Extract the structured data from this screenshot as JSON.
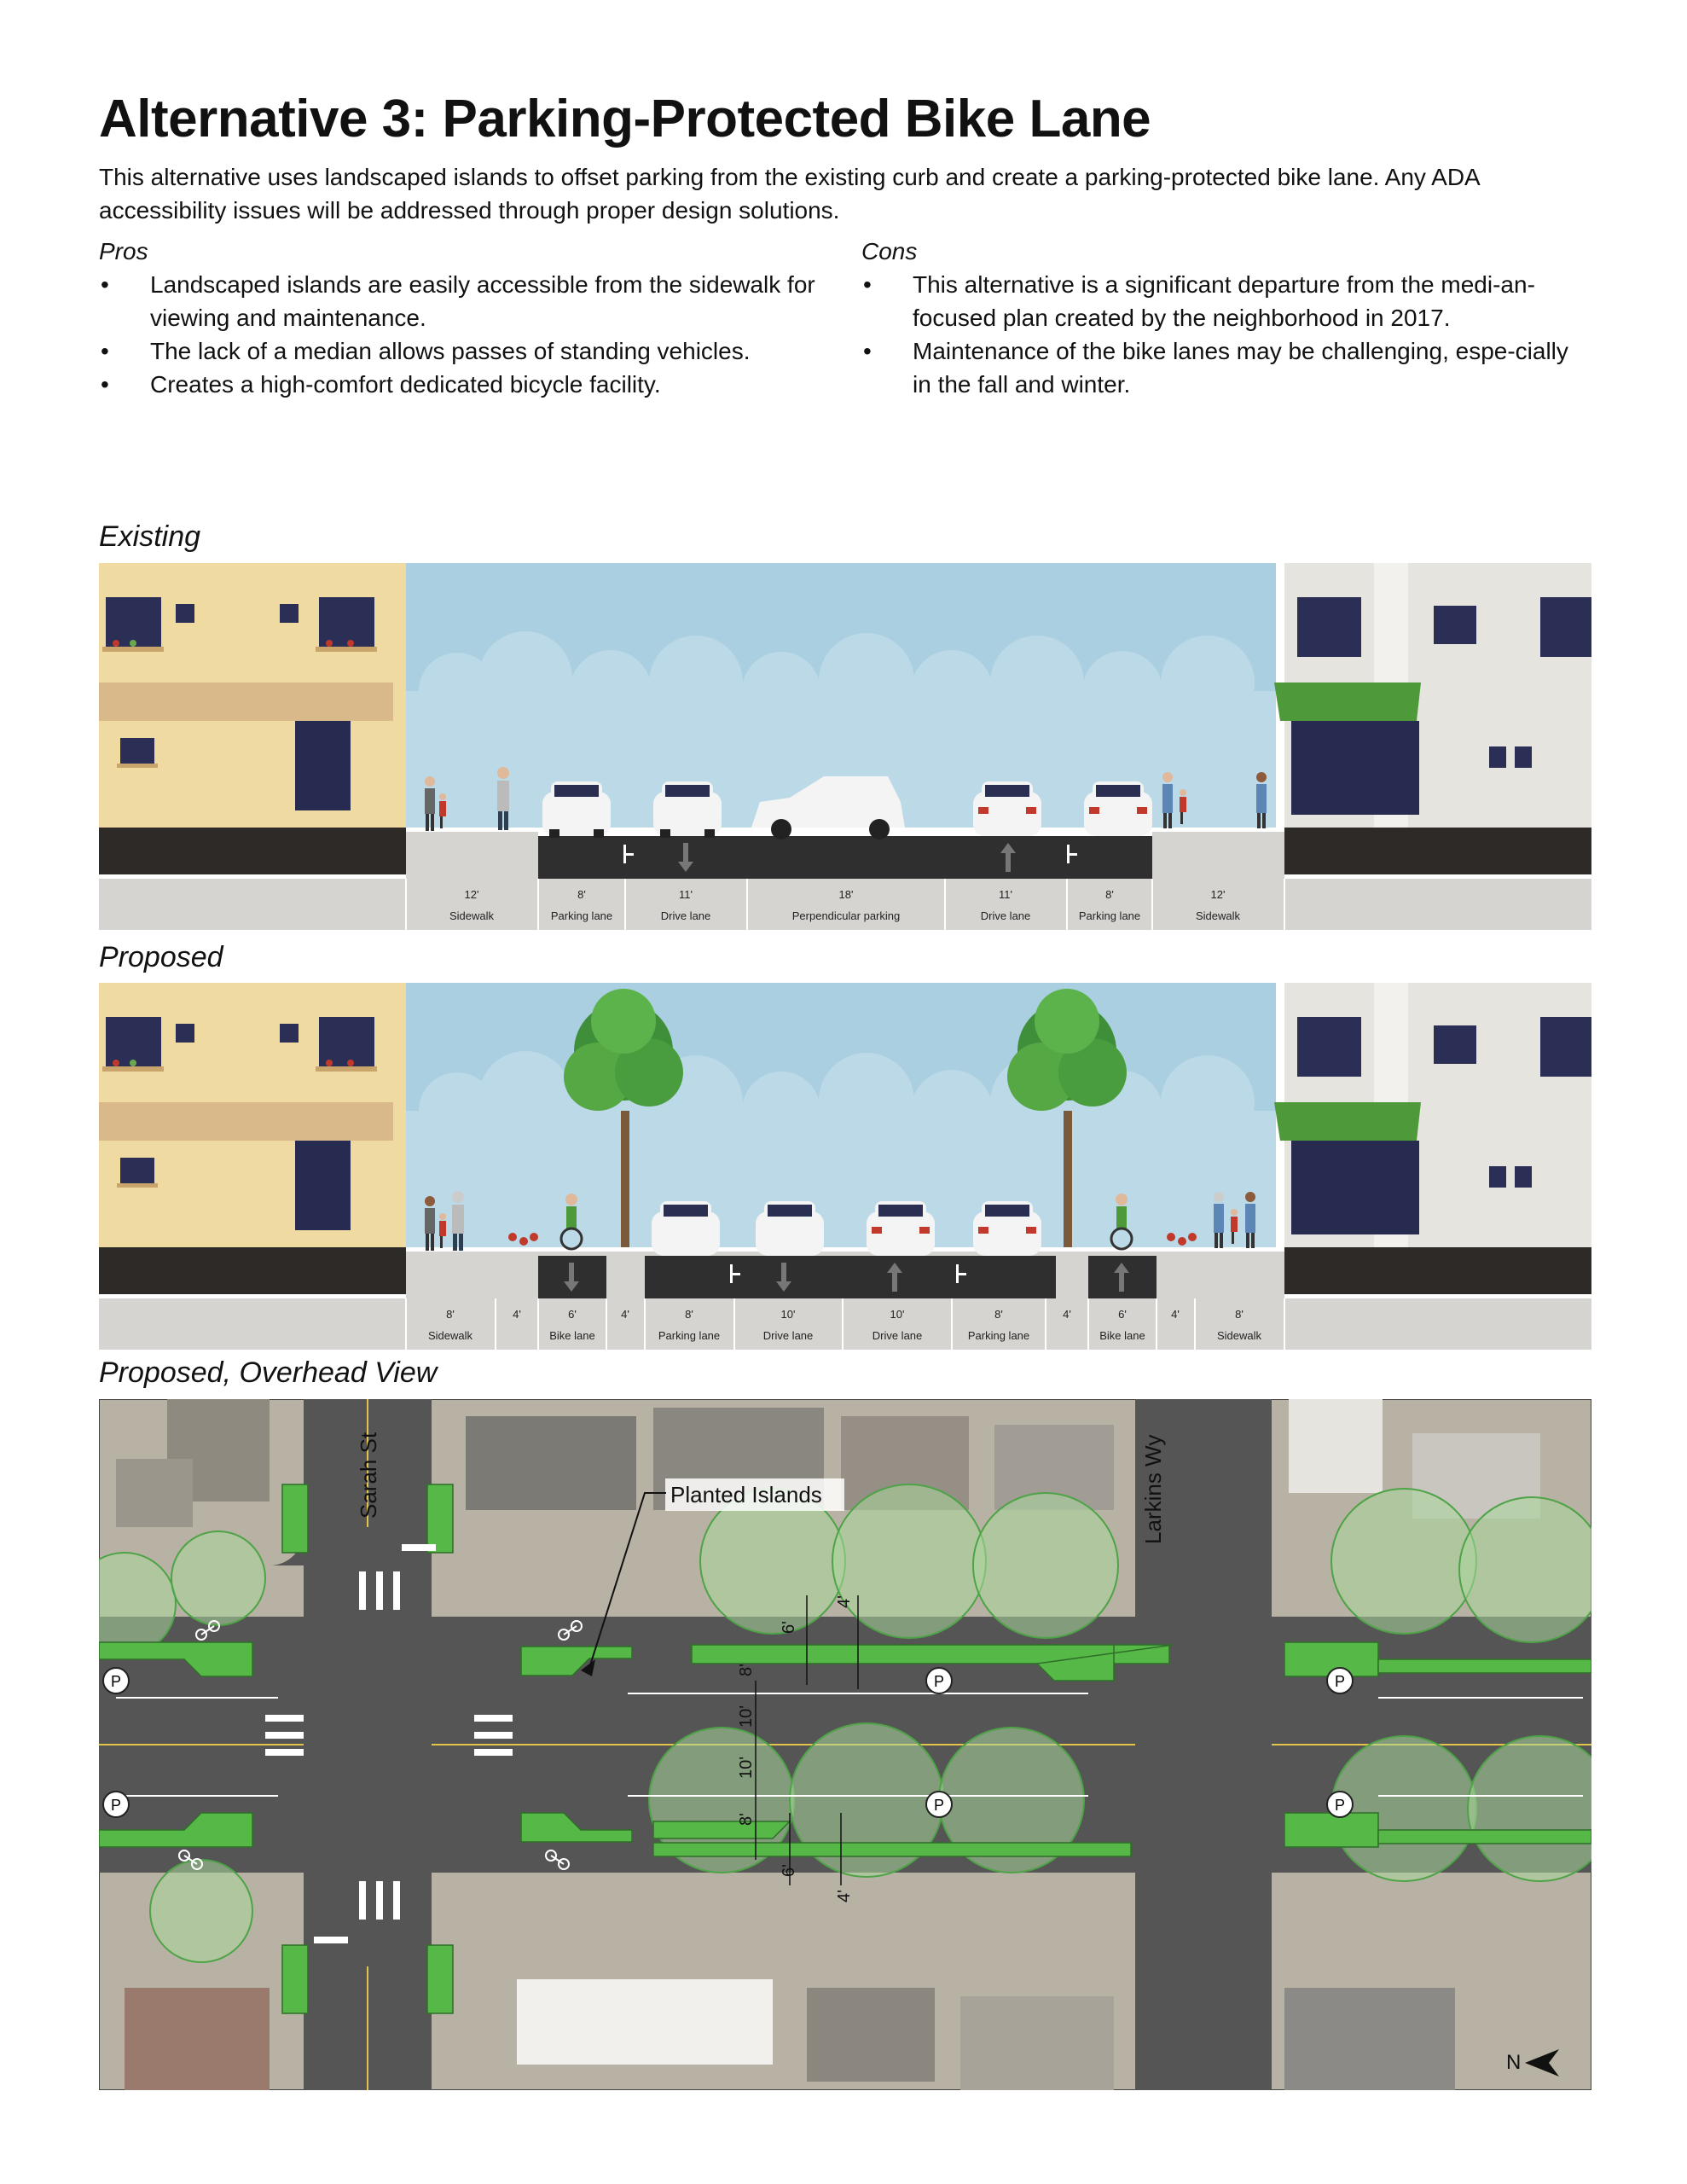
{
  "title": "Alternative 3: Parking-Protected Bike Lane",
  "intro": "This alternative uses landscaped islands to offset parking from the existing curb and create a parking-protected bike lane. Any ADA accessibility issues will be addressed through proper design solutions.",
  "pros": {
    "heading": "Pros",
    "items": [
      "Landscaped islands are easily accessible from the sidewalk for viewing and maintenance.",
      "The lack of a median allows passes of standing vehicles.",
      "Creates a high-comfort dedicated bicycle facility."
    ]
  },
  "cons": {
    "heading": "Cons",
    "items": [
      "This alternative is a significant departure from the medi-an-focused plan created by the neighborhood in 2017.",
      "Maintenance of the bike lanes may be challenging, espe-cially in the fall and winter."
    ]
  },
  "existing": {
    "heading": "Existing",
    "segments": [
      {
        "width": "12'",
        "label": "Sidewalk"
      },
      {
        "width": "8'",
        "label": "Parking lane"
      },
      {
        "width": "11'",
        "label": "Drive lane"
      },
      {
        "width": "18'",
        "label": "Perpendicular parking"
      },
      {
        "width": "11'",
        "label": "Drive lane"
      },
      {
        "width": "8'",
        "label": "Parking lane"
      },
      {
        "width": "12'",
        "label": "Sidewalk"
      }
    ]
  },
  "proposed": {
    "heading": "Proposed",
    "segments": [
      {
        "width": "8'",
        "label": "Sidewalk"
      },
      {
        "width": "4'",
        "label": ""
      },
      {
        "width": "6'",
        "label": "Bike lane"
      },
      {
        "width": "4'",
        "label": ""
      },
      {
        "width": "8'",
        "label": "Parking lane"
      },
      {
        "width": "10'",
        "label": "Drive lane"
      },
      {
        "width": "10'",
        "label": "Drive lane"
      },
      {
        "width": "8'",
        "label": "Parking lane"
      },
      {
        "width": "4'",
        "label": ""
      },
      {
        "width": "6'",
        "label": "Bike lane"
      },
      {
        "width": "4'",
        "label": ""
      },
      {
        "width": "8'",
        "label": "Sidewalk"
      }
    ]
  },
  "overhead": {
    "heading": "Proposed, Overhead View",
    "street_sarah": "Sarah St",
    "street_larkins": "Larkins Wy",
    "callout": "Planted Islands",
    "north": "N",
    "parking_symbol": "P",
    "dims_top": [
      "6'",
      "4'",
      "8'",
      "10'"
    ],
    "dims_bottom": [
      "10'",
      "8'",
      "6'",
      "4'"
    ]
  },
  "colors": {
    "island_green": "#55b847",
    "asphalt": "#555555",
    "sky": "#a9cfe0",
    "sidewalk": "#d6d4d0"
  }
}
